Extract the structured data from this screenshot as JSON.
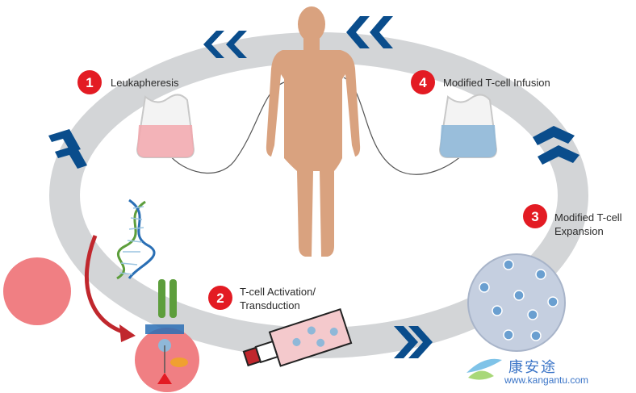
{
  "steps": [
    {
      "number": "1",
      "label": "Leukapheresis"
    },
    {
      "number": "2",
      "label_line1": "T-cell Activation/",
      "label_line2": "Transduction"
    },
    {
      "number": "3",
      "label_line1": "Modified T-cell",
      "label_line2": "Expansion"
    },
    {
      "number": "4",
      "label": "Modified T-cell Infusion"
    }
  ],
  "watermark": {
    "cn": "康安途",
    "url": "www.kangantu.com"
  },
  "colors": {
    "cycle_ring": "#d3d5d7",
    "arrow_blue": "#0a4d8c",
    "badge_red": "#e31b23",
    "body_skin": "#d9a27f",
    "bag_pink": "#f2a7ad",
    "bag_blue": "#8fb8d8",
    "cancer_cell": "#f07f83",
    "red_arrow": "#c0272d",
    "car_receptor": "#5d9e3c",
    "flask_fill": "#f4c9cc",
    "petri_dish": "#c5cfe0"
  },
  "icons": [
    "chevron-arrow-icon",
    "human-body-icon",
    "blood-bag-icon",
    "dna-helix-icon",
    "t-cell-icon",
    "culture-flask-icon",
    "petri-dish-icon",
    "leaf-logo-icon"
  ]
}
